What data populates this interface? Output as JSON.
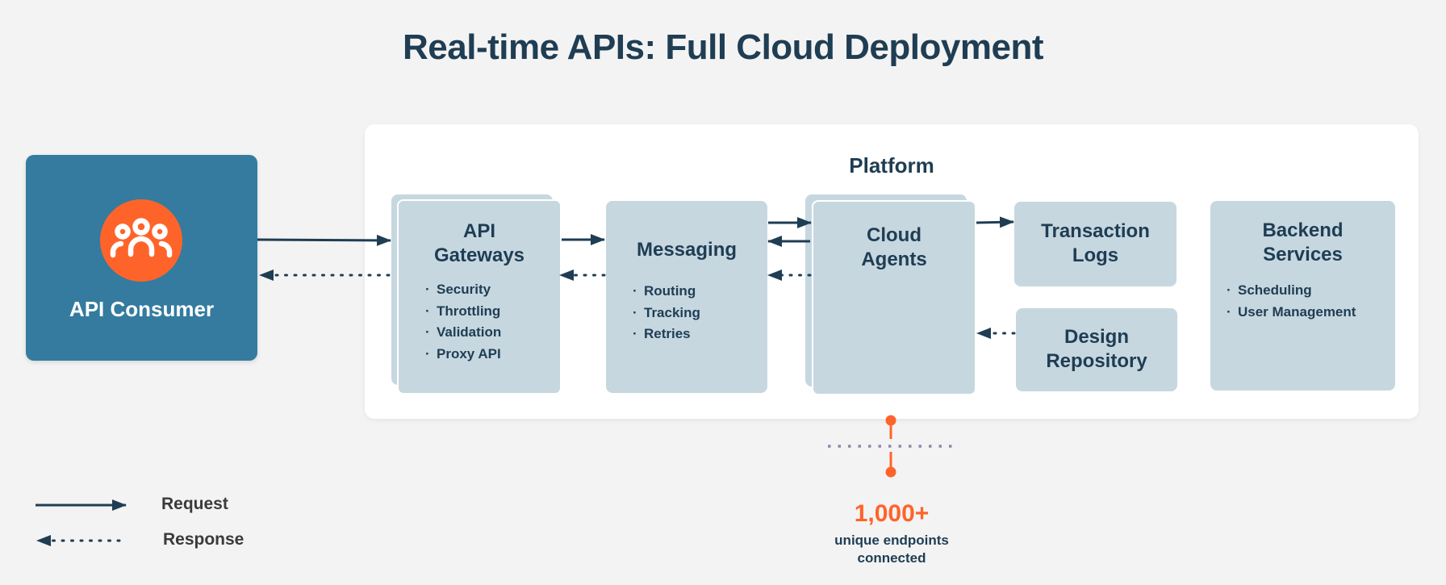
{
  "title": "Real-time APIs: Full Cloud Deployment",
  "colors": {
    "navy": "#1f3d53",
    "consumer_bg": "#347b9f",
    "accent_orange": "#fe642a",
    "component_bg": "#c6d7e0",
    "platform_bg": "#ffffff",
    "page_bg": "#f3f3f3"
  },
  "consumer": {
    "label": "API Consumer",
    "icon": "users-group-icon"
  },
  "platform": {
    "label": "Platform",
    "components": [
      {
        "id": "api-gateways",
        "title_lines": [
          "API",
          "Gateways"
        ],
        "items": [
          "Security",
          "Throttling",
          "Validation",
          "Proxy API"
        ],
        "stacked": true
      },
      {
        "id": "messaging",
        "title_lines": [
          "Messaging"
        ],
        "items": [
          "Routing",
          "Tracking",
          "Retries"
        ],
        "stacked": false
      },
      {
        "id": "cloud-agents",
        "title_lines": [
          "Cloud",
          "Agents"
        ],
        "items": [],
        "stacked": true
      },
      {
        "id": "transaction-logs",
        "title_lines": [
          "Transaction",
          "Logs"
        ],
        "items": [],
        "stacked": false
      },
      {
        "id": "design-repository",
        "title_lines": [
          "Design",
          "Repository"
        ],
        "items": [],
        "stacked": false
      },
      {
        "id": "backend-services",
        "title_lines": [
          "Backend",
          "Services"
        ],
        "items": [
          "Scheduling",
          "User Management"
        ],
        "stacked": false
      }
    ]
  },
  "connections": [
    {
      "from": "API Consumer",
      "to": "API Gateways",
      "type": "request"
    },
    {
      "from": "API Gateways",
      "to": "API Consumer",
      "type": "response"
    },
    {
      "from": "API Gateways",
      "to": "Messaging",
      "type": "request"
    },
    {
      "from": "Messaging",
      "to": "API Gateways",
      "type": "response"
    },
    {
      "from": "Messaging",
      "to": "Cloud Agents",
      "type": "request"
    },
    {
      "from": "Cloud Agents",
      "to": "Messaging",
      "type": "request"
    },
    {
      "from": "Cloud Agents",
      "to": "Messaging",
      "type": "response"
    },
    {
      "from": "Cloud Agents",
      "to": "Transaction Logs",
      "type": "request"
    },
    {
      "from": "Design Repository",
      "to": "Cloud Agents",
      "type": "response"
    }
  ],
  "stat": {
    "value": "1,000+",
    "caption_lines": [
      "unique endpoints",
      "connected"
    ]
  },
  "legend": [
    {
      "type": "request",
      "label": "Request"
    },
    {
      "type": "response",
      "label": "Response"
    }
  ]
}
